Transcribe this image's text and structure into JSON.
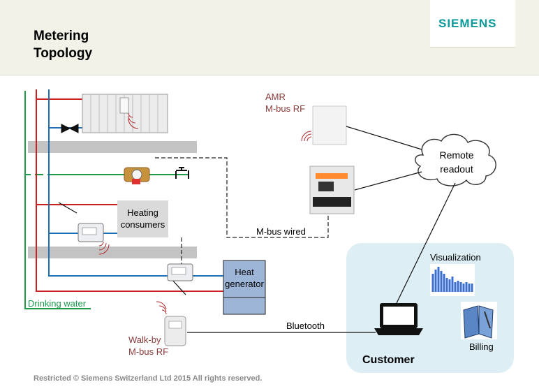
{
  "title_line1": "Metering",
  "title_line2": "Topology",
  "logo": "SIEMENS",
  "labels": {
    "amr_line1": "AMR",
    "amr_line2": "M-bus RF",
    "remote_line1": "Remote",
    "remote_line2": "readout",
    "heating_line1": "Heating",
    "heating_line2": "consumers",
    "mbus_wired": "M-bus wired",
    "heat_line1": "Heat",
    "heat_line2": "generator",
    "drinking_water": "Drinking water",
    "visualization": "Visualization",
    "billing": "Billing",
    "customer": "Customer",
    "bluetooth": "Bluetooth",
    "walkby_line1": "Walk-by",
    "walkby_line2": "M-bus RF"
  },
  "footer": "Restricted © Siemens Switzerland Ltd 2015 All rights reserved.",
  "colors": {
    "supply_pipe": "#cc1f1f",
    "return_pipe": "#1f6fb5",
    "water_pipe": "#1e9a4a",
    "logo": "#0a9a9a",
    "customer_bg": "#ddeef4"
  }
}
